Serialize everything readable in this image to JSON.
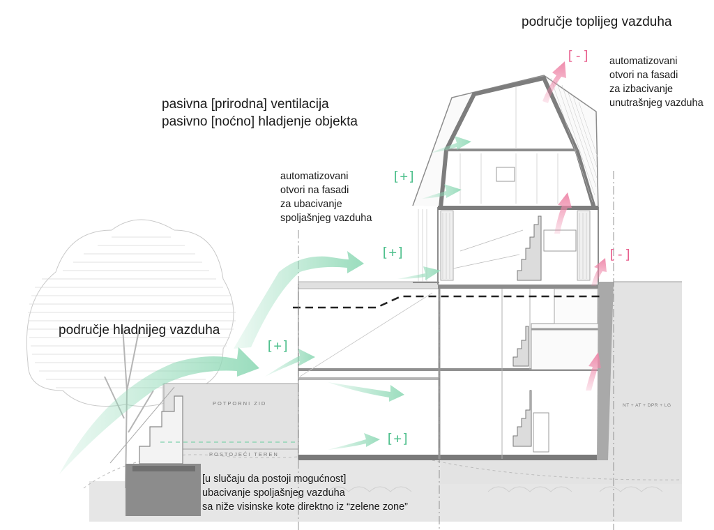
{
  "labels": {
    "warm_zone": "područje toplijeg vazduha",
    "cold_zone": "područje hladnijeg vazduha",
    "title_line1": "pasivna [prirodna] ventilacija",
    "title_line2": "pasivno [noćno] hladjenje objekta",
    "intake_note": [
      "automatizovani",
      "otvori na fasadi",
      "za ubacivanje",
      "spoljašnjeg vazduha"
    ],
    "exhaust_note": [
      "automatizovani",
      "otvori na fasadi",
      "za izbacivanje",
      "unutrašnjeg vazduha"
    ],
    "bottom_note": [
      "[u slučaju da postoji mogućnost]",
      "ubacivanje spoljašnjeg vazduha",
      "sa niže visinske kote direktno iz “zelene zone”"
    ],
    "retaining_wall": "POTPORNI ZID",
    "existing_terrain": "POSTOJEĆI TEREN",
    "neighbour": "NT + AT + DPR + LG"
  },
  "markers": {
    "plus": "[+]",
    "minus": "[-]"
  },
  "colors": {
    "fresh_air": "#8fd9b6",
    "fresh_air_text": "#4fc08d",
    "exhaust_air": "#ee86a8",
    "exhaust_text": "#e8628f",
    "structure": "#8c8c8c",
    "ground": "#e3e3e3"
  }
}
